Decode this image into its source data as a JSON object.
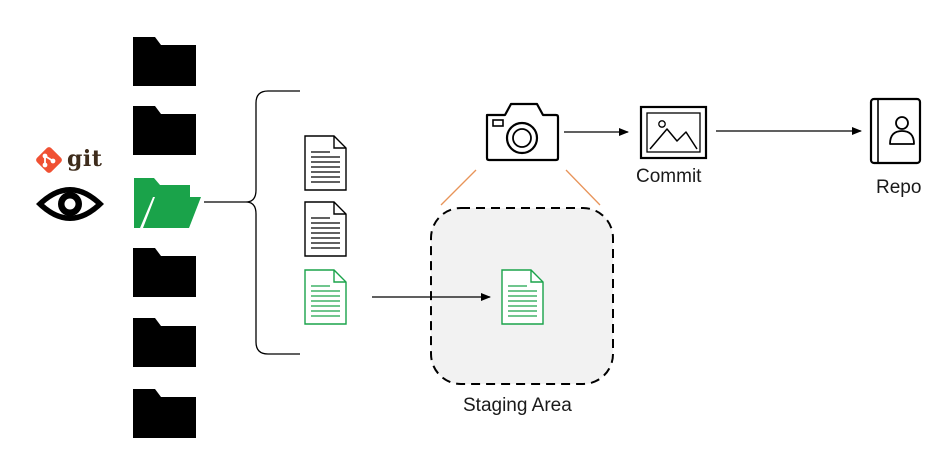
{
  "labels": {
    "git": "git",
    "commit": "Commit",
    "repo": "Repo",
    "staging": "Staging Area"
  },
  "colors": {
    "folder": "#000000",
    "highlight": "#1aa34a",
    "git_brand": "#f05133",
    "git_text": "#3e2c1c",
    "staging_fill": "#f2f2f2",
    "connector": "#e8945a",
    "line": "#000000"
  },
  "icons": {
    "git_logo": "git-logo-icon",
    "eye": "eye-icon",
    "folder": "folder-icon",
    "open_folder": "open-folder-icon",
    "document": "document-icon",
    "camera": "camera-icon",
    "snapshot": "image-icon",
    "repo": "contact-book-icon"
  },
  "folder_list": [
    {
      "state": "closed"
    },
    {
      "state": "closed"
    },
    {
      "state": "open"
    },
    {
      "state": "closed"
    },
    {
      "state": "closed"
    },
    {
      "state": "closed"
    }
  ],
  "files": [
    {
      "state": "unstaged"
    },
    {
      "state": "unstaged"
    },
    {
      "state": "staged"
    }
  ]
}
